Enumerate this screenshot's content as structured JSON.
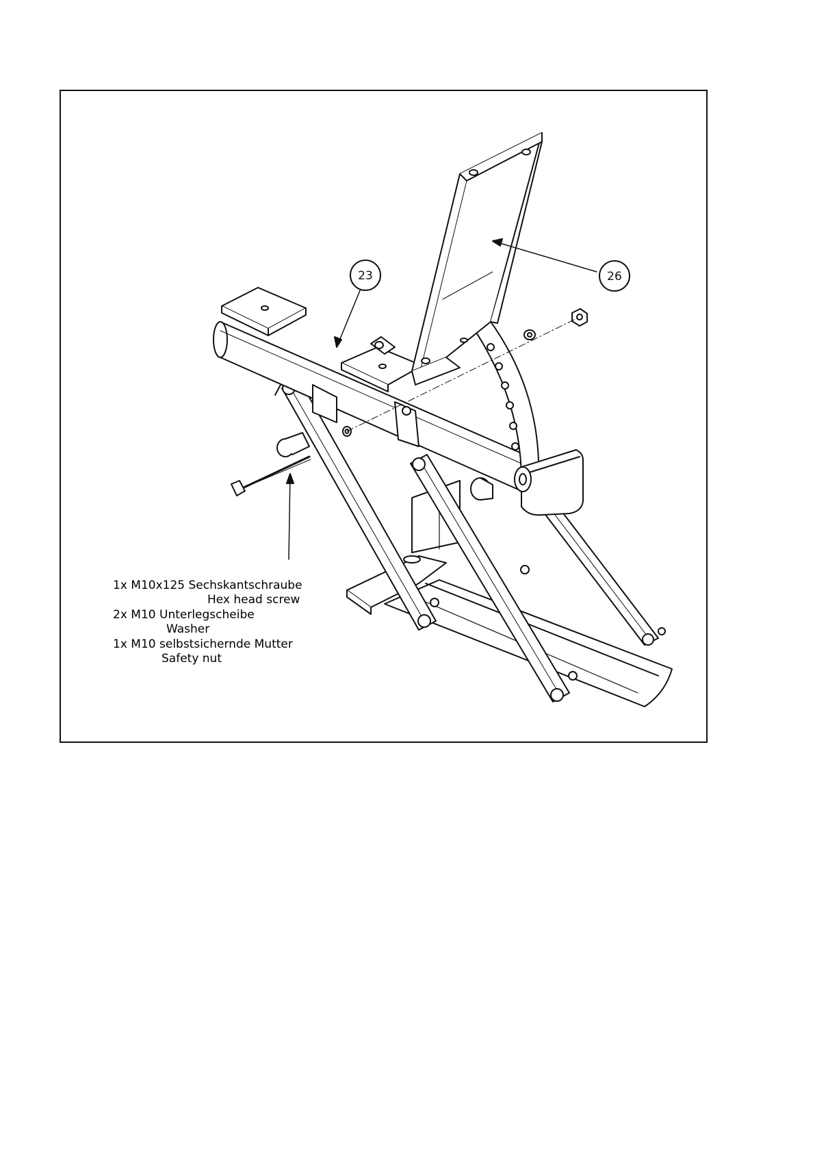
{
  "callouts": [
    {
      "number": "23"
    },
    {
      "number": "26"
    }
  ],
  "parts_list": [
    {
      "qty_spec": "1x M10x125",
      "name_de": "Sechskantschraube",
      "name_en": "Hex head screw"
    },
    {
      "qty_spec": "2x M10",
      "name_de": "Unterlegscheibe",
      "name_en": "Washer"
    },
    {
      "qty_spec": "1x M10",
      "name_de": "selbstsichernde Mutter",
      "name_en": "Safety nut"
    }
  ],
  "colors": {
    "line": "#111111",
    "background": "#ffffff"
  }
}
